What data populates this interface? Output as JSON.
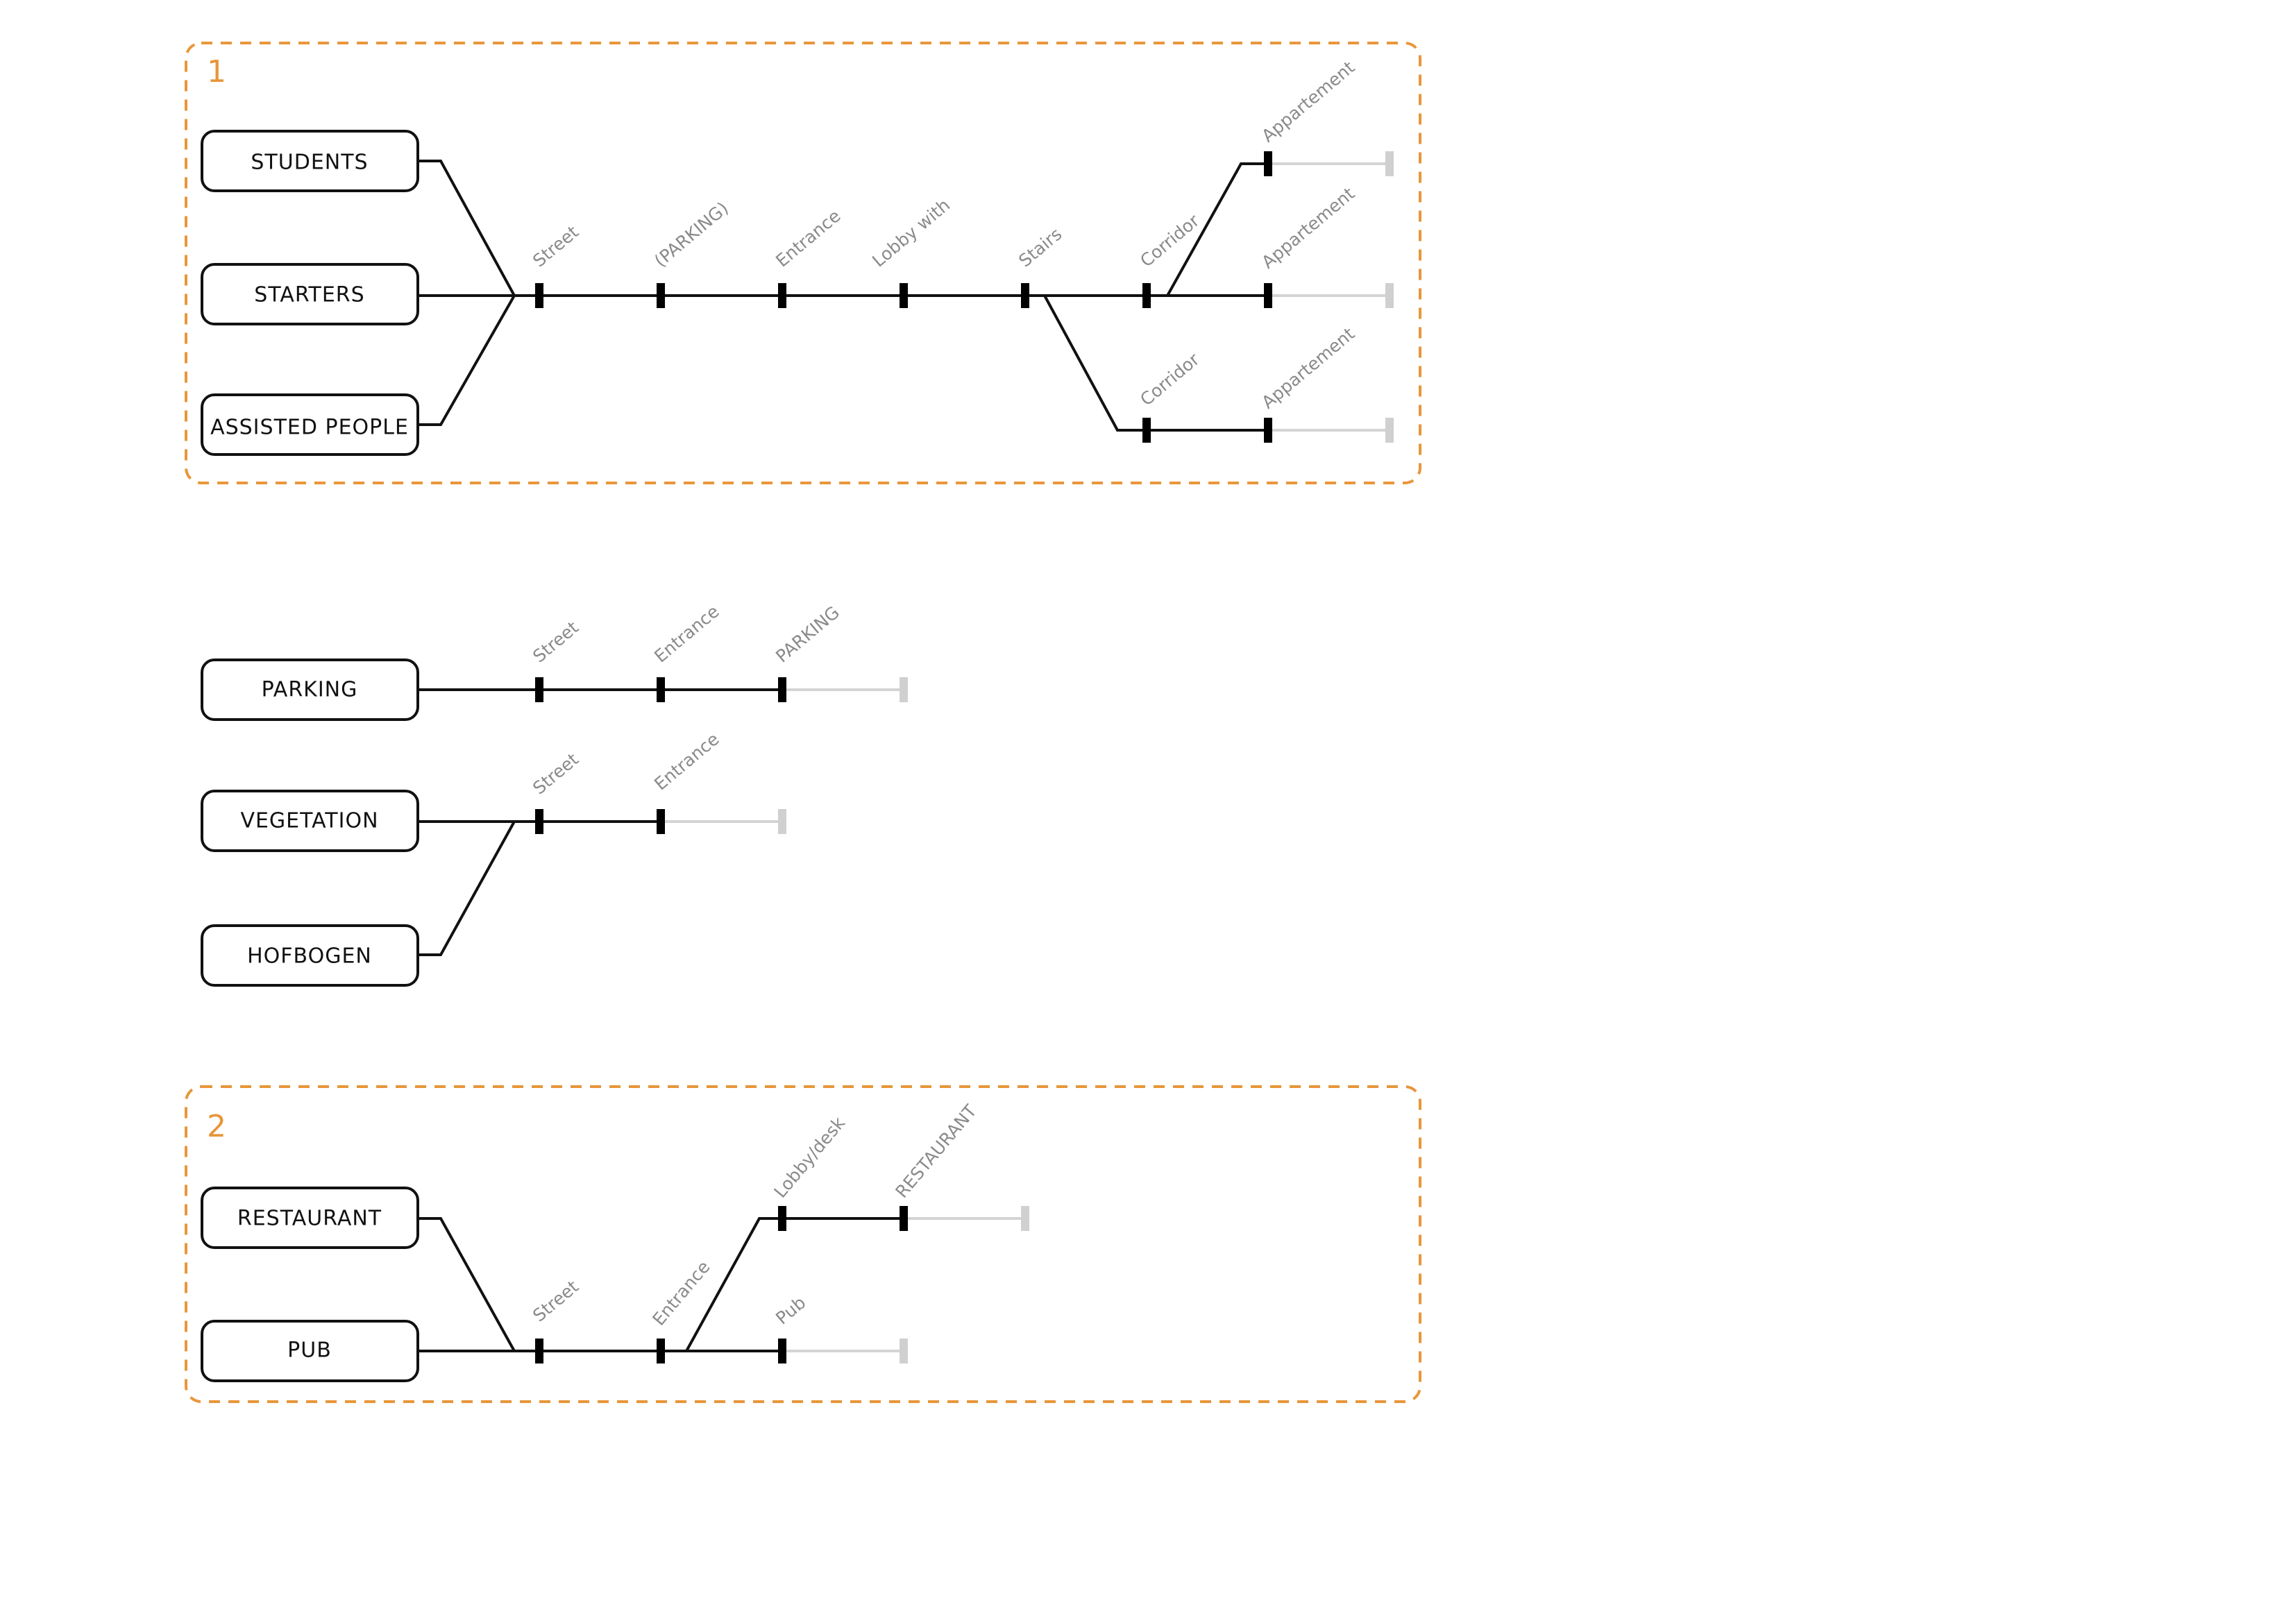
{
  "colors": {
    "accent": "#e8963a",
    "line": "#111111",
    "faint": "#d4d4d4",
    "label": "#8a8a8a"
  },
  "groups": [
    {
      "number": "1"
    },
    {
      "number": "2"
    }
  ],
  "nodes": {
    "students": "STUDENTS",
    "starters": "STARTERS",
    "assisted_people": "ASSISTED PEOPLE",
    "parking": "PARKING",
    "vegetation": "VEGETATION",
    "hofbogen": "HOFBOGEN",
    "restaurant": "RESTAURANT",
    "pub": "PUB"
  },
  "steps": {
    "d1_street": "Street",
    "d1_parking": "(PARKING)",
    "d1_entrance": "Entrance",
    "d1_lobby": "Lobby with",
    "d1_stairs": "Stairs",
    "d1_corridor_top": "Corridor",
    "d1_app_1": "Appartement",
    "d1_app_2": "Appartement",
    "d1_corridor_bottom": "Corridor",
    "d1_app_3": "Appartement",
    "d2_street": "Street",
    "d2_entrance": "Entrance",
    "d2_parking": "PARKING",
    "d3_street": "Street",
    "d3_entrance": "Entrance",
    "d4_lobby_desk": "Lobby/desk",
    "d4_restaurant": "RESTAURANT",
    "d4_street": "Street",
    "d4_entrance": "Entrance",
    "d4_pub": "Pub"
  }
}
